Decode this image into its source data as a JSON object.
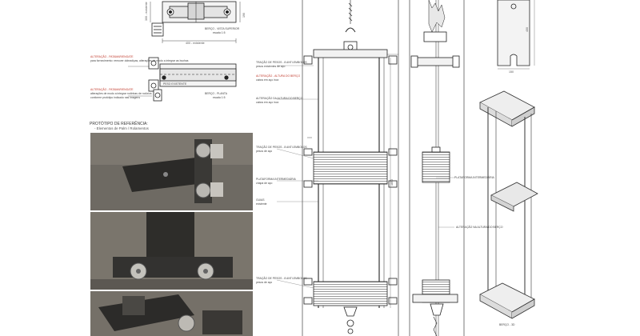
{
  "top_view": {
    "dim_width": "400 - existente",
    "dim_height_a": "300 - existente",
    "dim_height_b": "190",
    "caption": "BERÇO - VISTA SUPERIOR",
    "scale": "escala 1:5",
    "note_title": "ALTERAÇÃO - PATAMAR/ENGATE",
    "note_body": "para fornecimento: remover dobradiças, alterações de modo a integrar as buchas"
  },
  "side_view": {
    "note_title": "ALTERAÇÃO - PATAMAR/ENGATE",
    "note_body_1": "alterações de modo a integrar rodinhas de rodízios",
    "note_body_2": "conforme protótipo indicado nas imagens",
    "label_existing": "PESO EXISTENTE",
    "caption": "BERÇO - PLANTA",
    "scale": "escala 1:5"
  },
  "reference": {
    "title": "PROTÓTIPO DE REFERÊNCIA:",
    "subtitle": "- Elementos de Palm / Rolamentos"
  },
  "elevation": {
    "labels": [
      {
        "key": "weights_top",
        "title": "TRAÇÃO DE PESOS - 8 ANTI-EMBOLOS",
        "body": "pesos existentes de aço"
      },
      {
        "key": "bed_height",
        "title": "ALTERAÇÃO - ALTURA DO BERÇO",
        "body": "cabos em aço inox"
      },
      {
        "key": "bed_height_2",
        "title": "ALTERAÇÃO DA ALTURA DO BERÇO",
        "body": "cabos em aço inox"
      },
      {
        "key": "weights_mid",
        "title": "TRAÇÃO DE PESOS - 8 ANTI-EMBOLOS",
        "body": "pesos de aço"
      },
      {
        "key": "platform",
        "title": "PLATAFORMA INTERMEDIÁRIA",
        "body": "chapa de aço"
      },
      {
        "key": "guide",
        "title": "GUIAS",
        "body": "existente"
      },
      {
        "key": "weights_bottom",
        "title": "TRAÇÃO DE PESOS - 8 ANTI-EMBOLOS",
        "body": "pesos de aço"
      }
    ],
    "dim_total": "1850"
  },
  "section": {
    "label_platform": "PLATAFORMA INTERMEDIÁRIA",
    "label_height": "ALTERAÇÃO NA ALTURA DO BERÇO"
  },
  "part": {
    "dim_height": "400",
    "dim_width": "150"
  },
  "iso": {
    "caption": "BERÇO - 3D"
  }
}
